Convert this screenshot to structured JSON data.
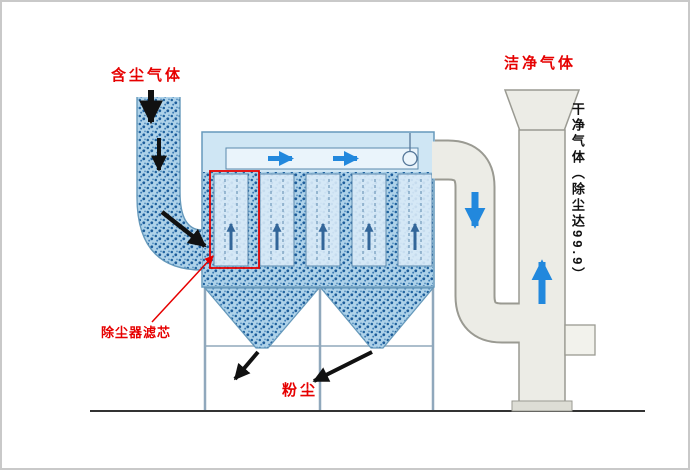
{
  "labels": {
    "inlet_gas": "含尘气体",
    "outlet_gas": "洁净气体",
    "filter_cartridge_callout": "除尘器滤芯",
    "dust_outlet": "粉尘",
    "stack_note_vertical": "干净气体（除尘达99.9）"
  },
  "colors": {
    "callout_red": "#e60000",
    "clean_air_blue": "#2288dd",
    "dusty_air_dot": "#20639f",
    "housing_fill": "#cfe6f4",
    "duct_fill": "#ecece6",
    "outline_blue": "#6699bb",
    "outline_gray": "#9a9a92"
  },
  "diagram": {
    "subject": "cartridge dust collector airflow schematic",
    "flow_path": [
      "inlet_gas",
      "filter_cartridges",
      "clean_manifold",
      "downcomer_duct",
      "exhaust_stack",
      "outlet_gas"
    ],
    "byproduct": "dust_outlet"
  }
}
